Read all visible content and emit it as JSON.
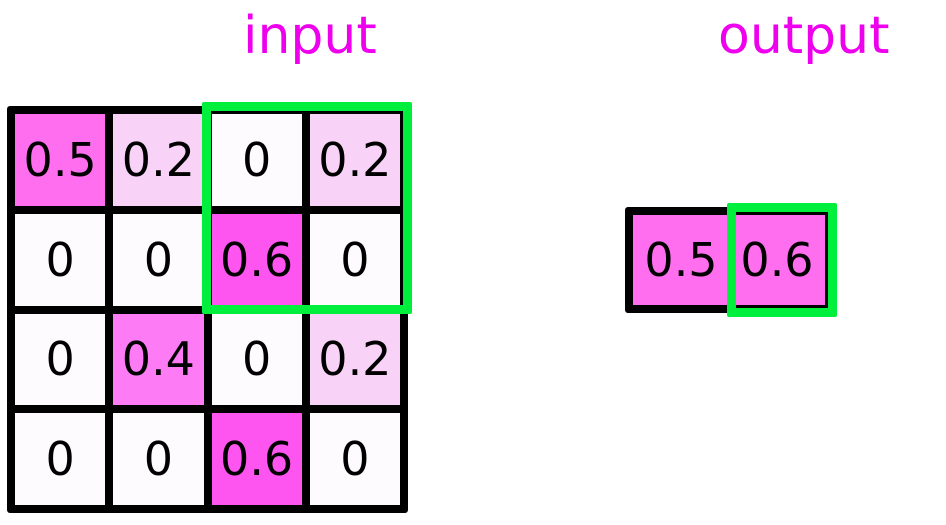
{
  "labels": {
    "input": "input",
    "output": "output"
  },
  "colors": {
    "title": "#ee00ee",
    "selection": "#00ee3c",
    "grid_border": "#000000",
    "zero": "#fdfbfd",
    "v02": "#f9d3f7",
    "v04": "#fd7bf5",
    "v05": "#ff6eee",
    "v06": "#ff55f0"
  },
  "input_grid": {
    "rows": 4,
    "cols": 4,
    "cells": [
      {
        "value": "0.5",
        "color": "#ff6eee"
      },
      {
        "value": "0.2",
        "color": "#f9d3f7"
      },
      {
        "value": "0",
        "color": "#fdfbfd"
      },
      {
        "value": "0.2",
        "color": "#f9d3f7"
      },
      {
        "value": "0",
        "color": "#fdfbfd"
      },
      {
        "value": "0",
        "color": "#fdfbfd"
      },
      {
        "value": "0.6",
        "color": "#ff55f0"
      },
      {
        "value": "0",
        "color": "#fdfbfd"
      },
      {
        "value": "0",
        "color": "#fdfbfd"
      },
      {
        "value": "0.4",
        "color": "#fd7bf5"
      },
      {
        "value": "0",
        "color": "#fdfbfd"
      },
      {
        "value": "0.2",
        "color": "#f9d3f7"
      },
      {
        "value": "0",
        "color": "#fdfbfd"
      },
      {
        "value": "0",
        "color": "#fdfbfd"
      },
      {
        "value": "0.6",
        "color": "#ff55f0"
      },
      {
        "value": "0",
        "color": "#fdfbfd"
      }
    ],
    "selection": {
      "row_start": 1,
      "row_end": 2,
      "col_start": 3,
      "col_end": 4
    }
  },
  "output_grid": {
    "rows": 1,
    "cols": 2,
    "cells": [
      {
        "value": "0.5",
        "color": "#ff6eee"
      },
      {
        "value": "0.6",
        "color": "#ff6eee"
      }
    ],
    "selection": {
      "row_start": 1,
      "row_end": 1,
      "col_start": 2,
      "col_end": 2
    }
  }
}
